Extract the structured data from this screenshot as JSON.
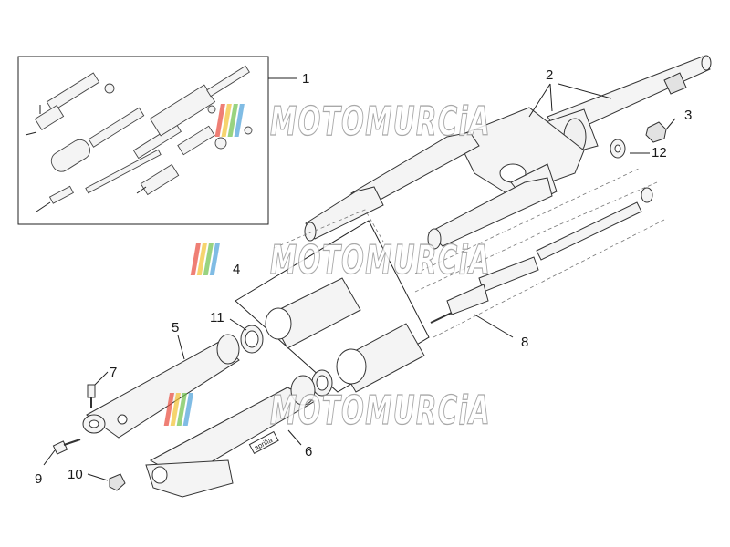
{
  "watermark": {
    "text": "MOTOMURCiA",
    "stripe_colors": [
      "#e8483b",
      "#f2c230",
      "#6cc04a",
      "#4aa0d8"
    ]
  },
  "brand_label": "aprilia",
  "part_numbers": [
    "1",
    "2",
    "3",
    "4",
    "5",
    "6",
    "7",
    "8",
    "9",
    "10",
    "11",
    "12"
  ],
  "colors": {
    "line": "#222222",
    "part_fill": "#f4f4f4",
    "watermark_outline": "#9a9a9a"
  }
}
